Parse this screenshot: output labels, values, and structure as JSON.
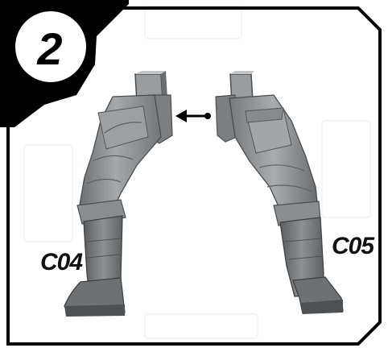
{
  "step": {
    "number": "2"
  },
  "parts": {
    "left_leg_label": "C04",
    "right_leg_label": "C05"
  },
  "colors": {
    "frame": "#000000",
    "part_gray": "#8f9294",
    "part_shadow": "#5e6163",
    "part_highlight": "#c4c6c7",
    "background": "#ffffff",
    "ghost_text": "#e6e6e6"
  },
  "icons": {
    "step_badge": "circle-badge",
    "assembly_arrow": "double-ended-arrow-icon"
  }
}
